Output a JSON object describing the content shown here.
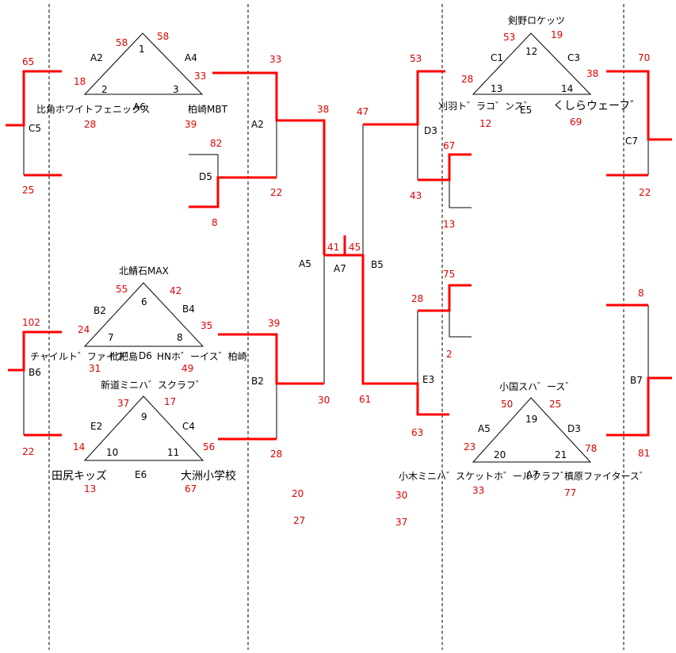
{
  "teams": {
    "hikaku": "比角ホワイトフェニックス",
    "kashiwazaki_mbt": "柏崎MBT",
    "kariwa": "刈羽ト゛ラコ゛ンス゛",
    "kujira": "くしらウェーフ゛",
    "kenno": "剣野ロケッツ",
    "kitasaba": "北鯖石MAX",
    "child_five": "チャイルト゛ファイフ゛",
    "biwajima": "枇杷島",
    "hn_boys": "HNホ゛ーイス゛柏崎",
    "shindo": "新道ミニハ゛スクラフ゛",
    "tajiri": "田尻キッズ",
    "ozu": "大洲小学校",
    "oguni": "小国スハ゛ース゛",
    "ogi": "小木ミニハ゛スケットホ゛ールクラフ゛",
    "kabawara": "槙原ファイタース゛"
  },
  "group_a": {
    "league_labels": [
      "A2",
      "A4",
      "A6"
    ],
    "positions": [
      "1",
      "2",
      "3"
    ],
    "scores": [
      "58",
      "58",
      "18",
      "33",
      "28",
      "39"
    ]
  },
  "group_b": {
    "league_labels": [
      "B2",
      "B4",
      "D6"
    ],
    "positions": [
      "6",
      "7",
      "8"
    ],
    "scores": [
      "55",
      "42",
      "24",
      "35",
      "31",
      "49"
    ]
  },
  "group_c": {
    "league_labels": [
      "E2",
      "C4",
      "E6"
    ],
    "positions": [
      "9",
      "10",
      "11"
    ],
    "scores": [
      "37",
      "17",
      "14",
      "56",
      "13",
      "67"
    ]
  },
  "group_d": {
    "league_labels": [
      "C1",
      "C3",
      "E5"
    ],
    "positions": [
      "12",
      "13",
      "14"
    ],
    "scores": [
      "53",
      "19",
      "28",
      "38",
      "12",
      "69"
    ]
  },
  "group_e": {
    "league_labels": [
      "A5",
      "D3",
      "A7"
    ],
    "positions": [
      "19",
      "20",
      "21"
    ],
    "scores": [
      "50",
      "25",
      "23",
      "78",
      "33",
      "77"
    ]
  },
  "bracket_labels": {
    "c5": "C5",
    "b6": "B6",
    "a2": "A2",
    "d5": "D5",
    "b2": "B2",
    "a5": "A5",
    "a7": "A7",
    "b5": "B5",
    "d3": "D3",
    "e3": "E3",
    "c7": "C7",
    "b7": "B7"
  },
  "bracket_scores": {
    "c5_top": "65",
    "c5_bottom": "25",
    "b6_top": "102",
    "b6_bottom": "22",
    "a2_top": "33",
    "a2_bottom": "22",
    "d5_top": "82",
    "d5_bottom": "8",
    "a2_winner": "38",
    "b2_top": "39",
    "b2_bottom": "28",
    "b2_winner": "30",
    "a5_top": "41",
    "a7_top": "45",
    "center_left_1": "20",
    "center_left_2": "27",
    "center_right_1": "30",
    "center_right_2": "37",
    "b5_top": "47",
    "b5_bottom": "61",
    "d3_top": "53",
    "d3_bottom": "43",
    "d3_mid_top": "67",
    "d3_mid_bottom": "13",
    "e3_top": "28",
    "e3_bottom": "63",
    "e3_mid_top": "75",
    "e3_mid_bottom": "2",
    "c7_top": "70",
    "c7_bottom": "22",
    "b7_top": "8",
    "b7_bottom": "81"
  }
}
